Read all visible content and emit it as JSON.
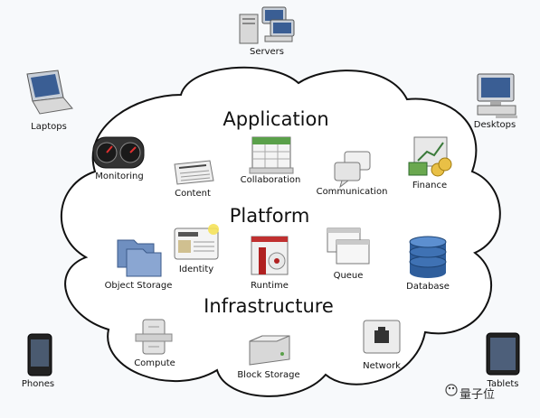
{
  "layers": {
    "application": "Application",
    "platform": "Platform",
    "infrastructure": "Infrastructure"
  },
  "clients": {
    "servers": "Servers",
    "laptops": "Laptops",
    "desktops": "Desktops",
    "phones": "Phones",
    "tablets": "Tablets"
  },
  "application_items": {
    "monitoring": "Monitoring",
    "content": "Content",
    "collaboration": "Collaboration",
    "communication": "Communication",
    "finance": "Finance"
  },
  "platform_items": {
    "identity": "Identity",
    "object_storage": "Object Storage",
    "runtime": "Runtime",
    "queue": "Queue",
    "database": "Database"
  },
  "infrastructure_items": {
    "compute": "Compute",
    "block_storage": "Block Storage",
    "network": "Network"
  },
  "watermark": "量子位",
  "colors": {
    "cloud_fill": "#ffffff",
    "cloud_stroke": "#111111",
    "background": "#f7f9fb"
  }
}
